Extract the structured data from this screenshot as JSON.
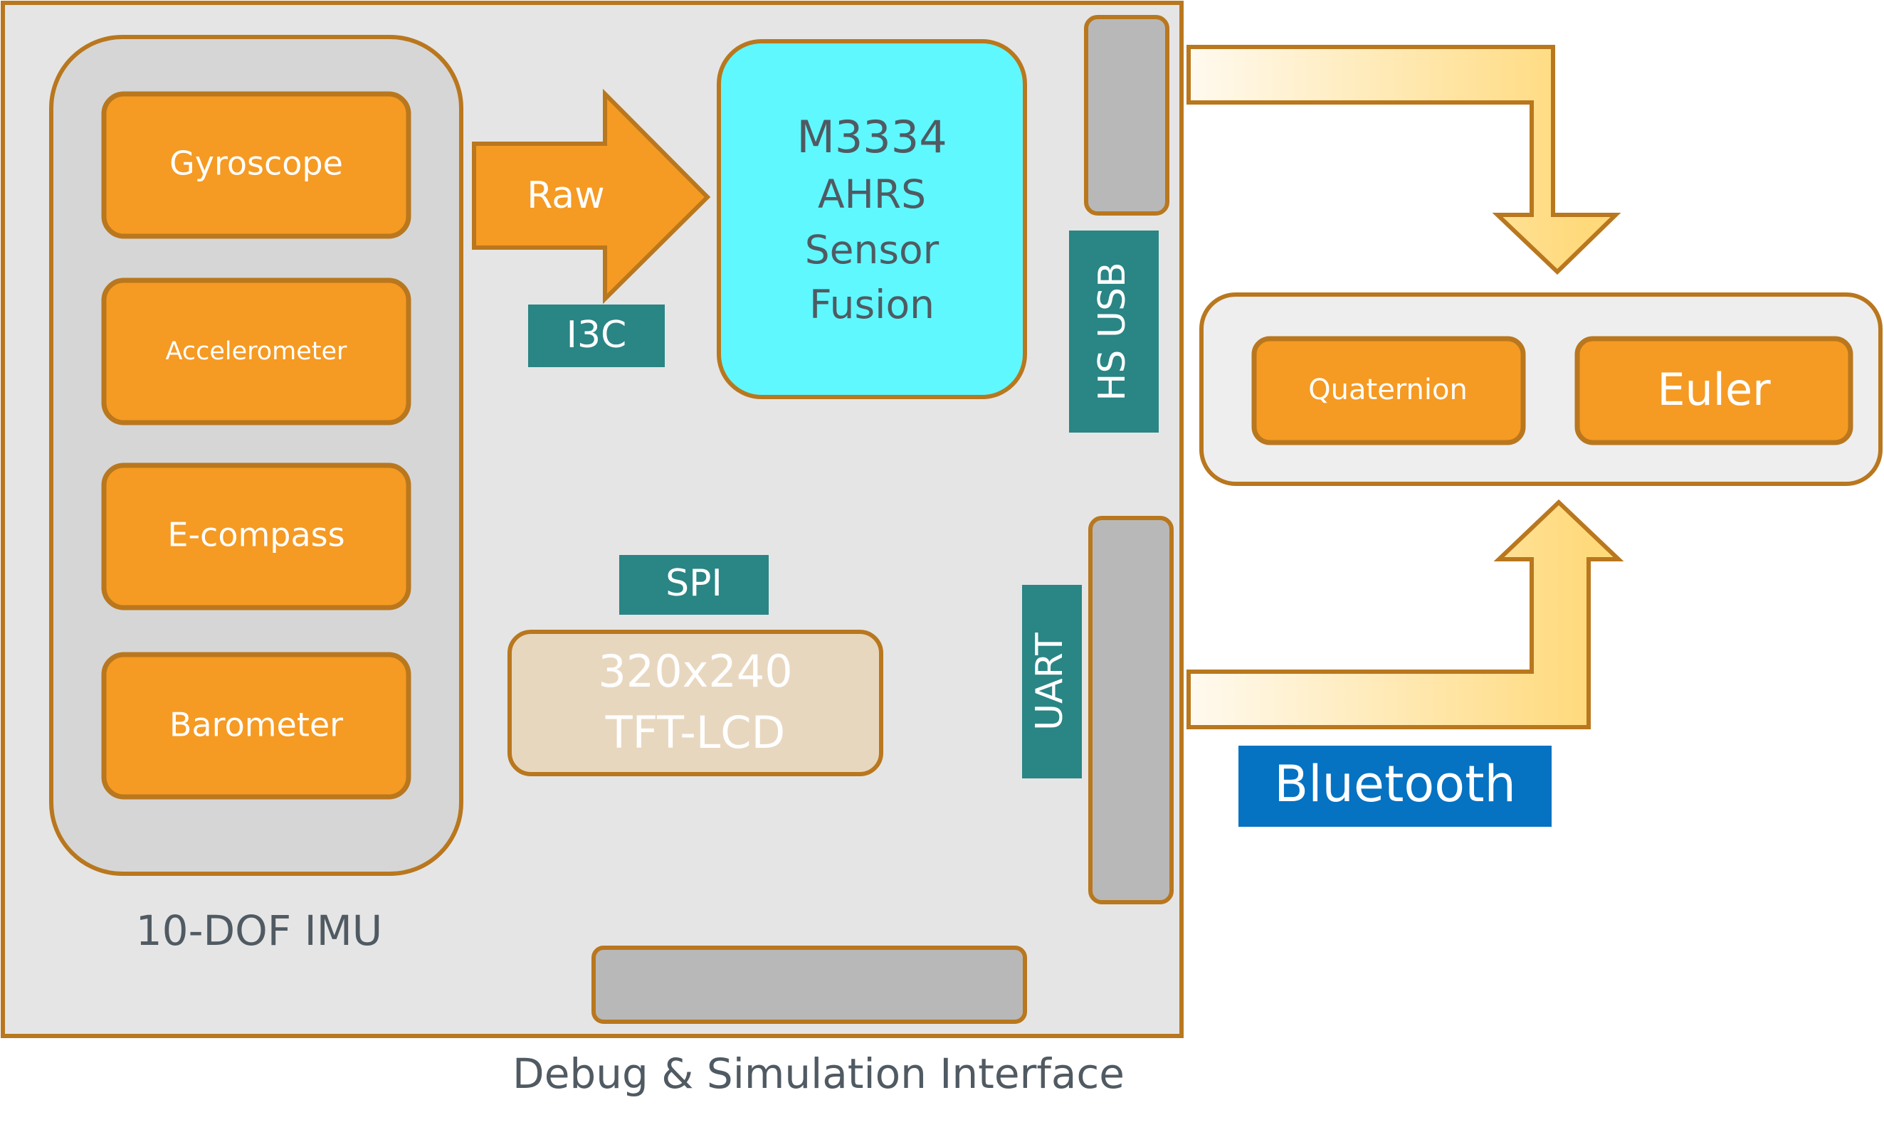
{
  "imu": {
    "title": "10-DOF IMU",
    "sensors": [
      "Gyroscope",
      "Accelerometer",
      "E-compass",
      "Barometer"
    ]
  },
  "arrows": {
    "raw_label": "Raw"
  },
  "processor": {
    "lines": [
      "M3334",
      "AHRS",
      "Sensor",
      "Fusion"
    ]
  },
  "interfaces": {
    "i3c": "I3C",
    "spi": "SPI",
    "hs_usb": "HS USB",
    "uart": "UART",
    "bluetooth": "Bluetooth"
  },
  "display": {
    "lines": [
      "320x240",
      "TFT-LCD"
    ]
  },
  "outputs": {
    "quaternion": "Quaternion",
    "euler": "Euler"
  },
  "board": {
    "caption": "Debug & Simulation Interface"
  },
  "colors": {
    "board_fill": "#e5e5e5",
    "border": "#b9771e",
    "sensor_fill": "#f59a23",
    "processor_fill": "#5ff8ff",
    "teal_label": "#2a8585",
    "bluetooth": "#0572c2",
    "connector": "#b8b8b8",
    "lcd_fill": "#e8d7bf",
    "arrow_light_start": "#fff8e8",
    "arrow_light_end": "#ffd97a"
  }
}
